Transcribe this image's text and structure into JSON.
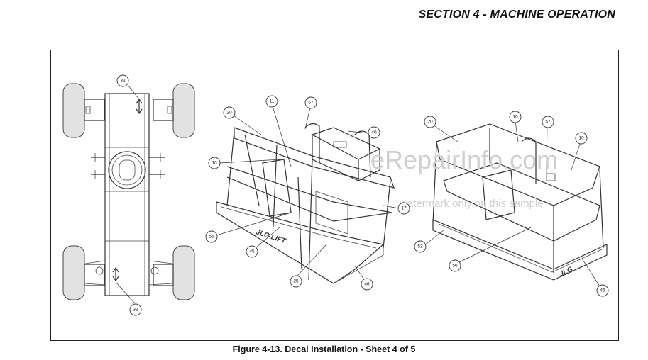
{
  "header": {
    "section_title": "SECTION 4 - MACHINE OPERATION"
  },
  "figure": {
    "caption": "Figure 4-13. Decal Installation - Sheet 4 of 5"
  },
  "watermark": {
    "line1": "eRepairInfo.com",
    "line2": "watermark only on this sample"
  },
  "callouts": {
    "top_view": [
      "32",
      "32"
    ],
    "platform_left": [
      "11",
      "57",
      "20",
      "40",
      "10",
      "17",
      "56",
      "45",
      "25",
      "46"
    ],
    "platform_right": [
      "20",
      "10",
      "57",
      "10",
      "52",
      "56",
      "46"
    ]
  }
}
